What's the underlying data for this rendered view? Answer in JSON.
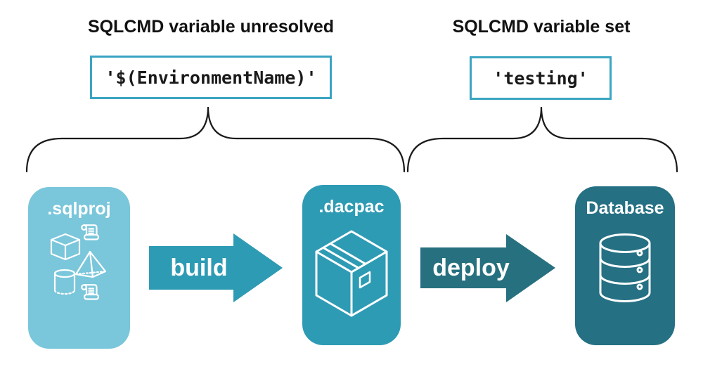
{
  "groups": {
    "unresolved": {
      "heading": "SQLCMD variable unresolved",
      "code_value": "'$(EnvironmentName)'"
    },
    "set": {
      "heading": "SQLCMD variable set",
      "code_value": "'testing'"
    }
  },
  "pipeline": {
    "nodes": [
      {
        "id": "sqlproj",
        "label": ".sqlproj",
        "icon": "sql-objects-icon",
        "color": "#7AC6DB"
      },
      {
        "id": "dacpac",
        "label": ".dacpac",
        "icon": "package-icon",
        "color": "#2E9BB4"
      },
      {
        "id": "database",
        "label": "Database",
        "icon": "database-icon",
        "color": "#257083"
      }
    ],
    "arrows": [
      {
        "label": "build",
        "color": "#2E9BB4"
      },
      {
        "label": "deploy",
        "color": "#26707F"
      }
    ]
  },
  "colors": {
    "background": "#FFFFFF",
    "code_box_border": "#3BA5C2",
    "brace": "#1A1A1A",
    "heading_text": "#111111",
    "code_text": "#1A1A1A",
    "node_label_text": "#FFFFFF"
  }
}
